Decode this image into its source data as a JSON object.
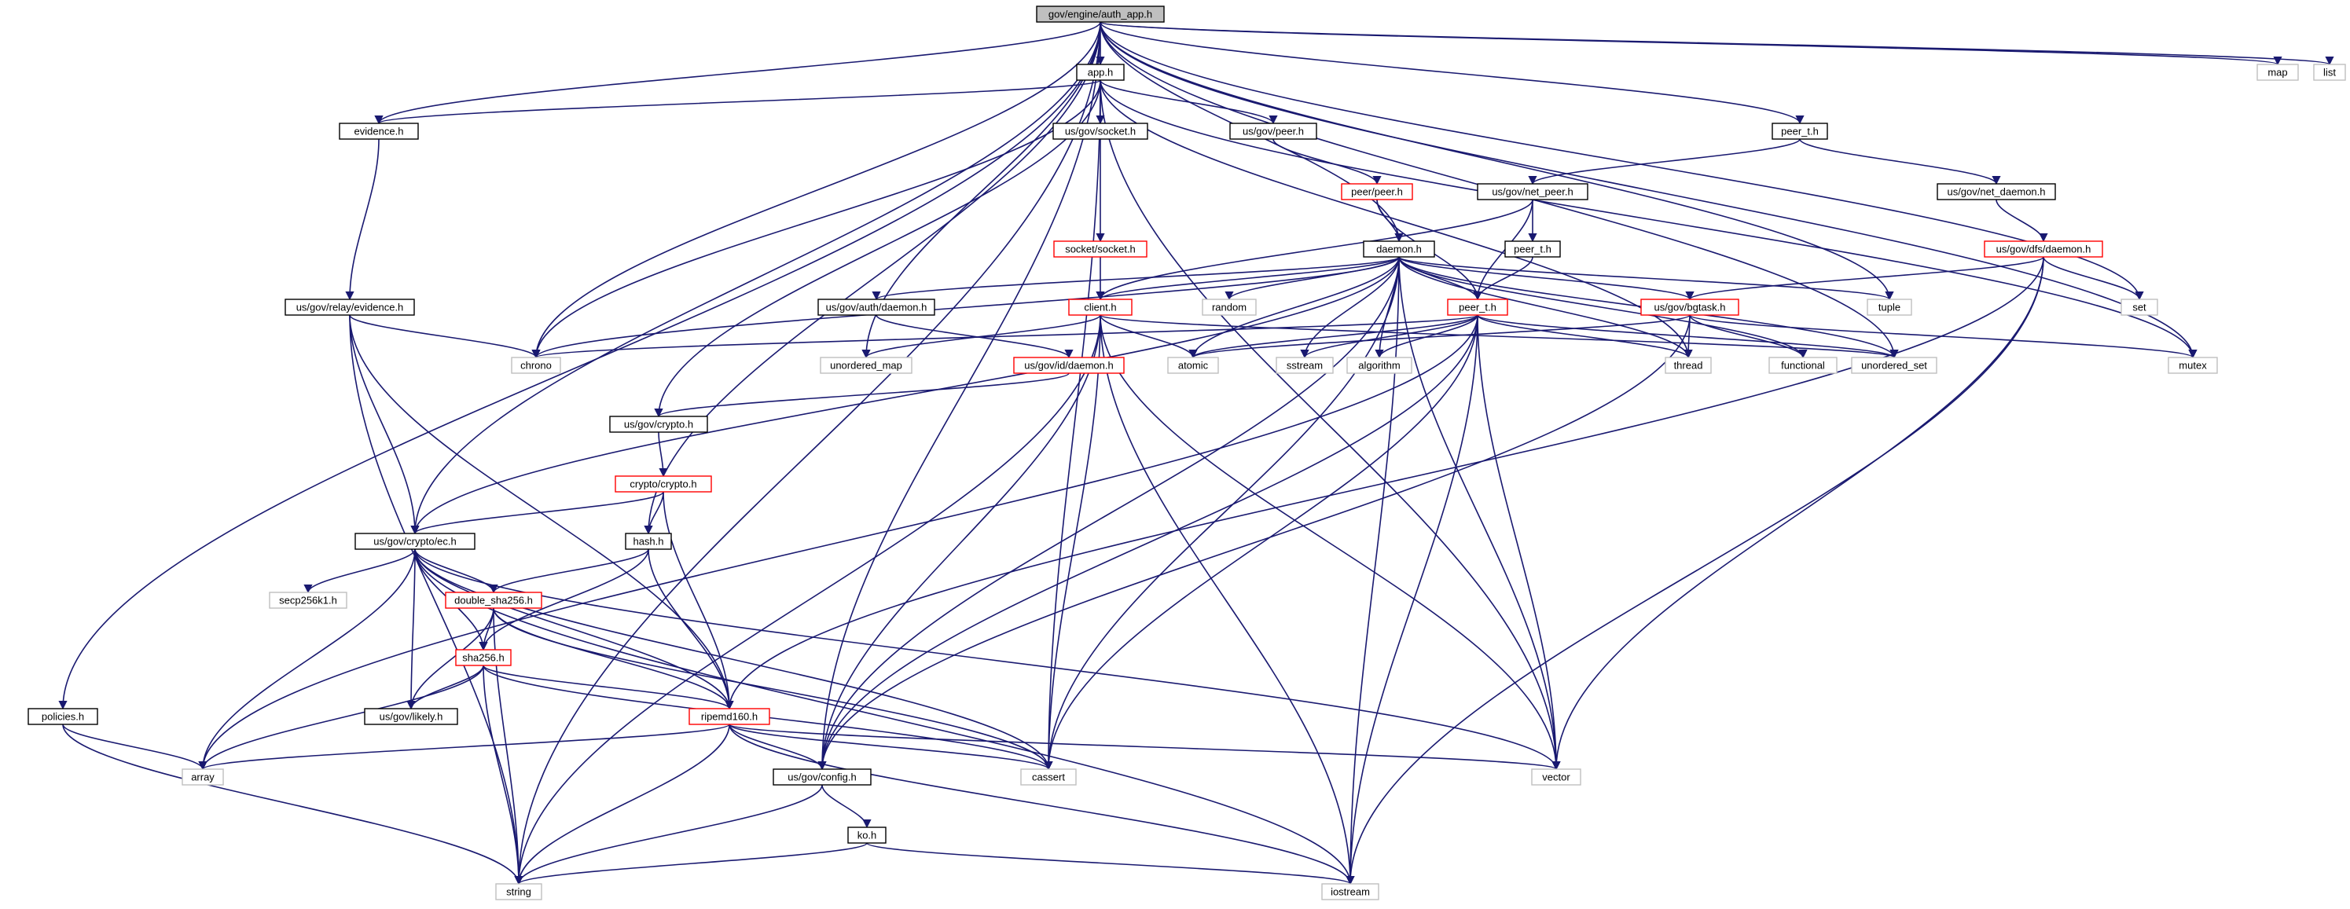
{
  "diagram": {
    "title": "gov/engine/auth_app.h",
    "colors": {
      "edge": "#191970",
      "root_fill": "#bfbfbf",
      "root_stroke": "#000000",
      "normal_stroke": "#000000",
      "highlight_stroke": "#ff0000",
      "external_stroke": "#bfbfbf",
      "node_fill": "#ffffff"
    },
    "nodes": [
      {
        "id": "auth_app",
        "label": "gov/engine/auth_app.h",
        "kind": "root"
      },
      {
        "id": "app",
        "label": "app.h",
        "kind": "normal"
      },
      {
        "id": "map",
        "label": "map",
        "kind": "external"
      },
      {
        "id": "list",
        "label": "list",
        "kind": "external"
      },
      {
        "id": "evidence",
        "label": "evidence.h",
        "kind": "normal"
      },
      {
        "id": "socket",
        "label": "us/gov/socket.h",
        "kind": "normal"
      },
      {
        "id": "peer",
        "label": "us/gov/peer.h",
        "kind": "normal"
      },
      {
        "id": "peer_t_top",
        "label": "peer_t.h",
        "kind": "normal"
      },
      {
        "id": "peerpeer",
        "label": "peer/peer.h",
        "kind": "highlight"
      },
      {
        "id": "net_peer",
        "label": "us/gov/net_peer.h",
        "kind": "normal"
      },
      {
        "id": "net_daemon",
        "label": "us/gov/net_daemon.h",
        "kind": "normal"
      },
      {
        "id": "peer_t_mid",
        "label": "peer_t.h",
        "kind": "normal"
      },
      {
        "id": "socketsocket",
        "label": "socket/socket.h",
        "kind": "highlight"
      },
      {
        "id": "dfs_daemon",
        "label": "us/gov/dfs/daemon.h",
        "kind": "highlight"
      },
      {
        "id": "daemon",
        "label": "daemon.h",
        "kind": "normal"
      },
      {
        "id": "relay_evidence",
        "label": "us/gov/relay/evidence.h",
        "kind": "normal"
      },
      {
        "id": "auth_daemon",
        "label": "us/gov/auth/daemon.h",
        "kind": "normal"
      },
      {
        "id": "client",
        "label": "client.h",
        "kind": "highlight"
      },
      {
        "id": "random",
        "label": "random",
        "kind": "external"
      },
      {
        "id": "peer_t",
        "label": "peer_t.h",
        "kind": "highlight"
      },
      {
        "id": "bgtask",
        "label": "us/gov/bgtask.h",
        "kind": "highlight"
      },
      {
        "id": "tuple",
        "label": "tuple",
        "kind": "external"
      },
      {
        "id": "set",
        "label": "set",
        "kind": "external"
      },
      {
        "id": "chrono",
        "label": "chrono",
        "kind": "external"
      },
      {
        "id": "unordered_map",
        "label": "unordered_map",
        "kind": "external"
      },
      {
        "id": "id_daemon",
        "label": "us/gov/id/daemon.h",
        "kind": "highlight"
      },
      {
        "id": "atomic",
        "label": "atomic",
        "kind": "external"
      },
      {
        "id": "sstream",
        "label": "sstream",
        "kind": "external"
      },
      {
        "id": "algorithm",
        "label": "algorithm",
        "kind": "external"
      },
      {
        "id": "thread",
        "label": "thread",
        "kind": "external"
      },
      {
        "id": "functional",
        "label": "functional",
        "kind": "external"
      },
      {
        "id": "unordered_set",
        "label": "unordered_set",
        "kind": "external"
      },
      {
        "id": "mutex",
        "label": "mutex",
        "kind": "external"
      },
      {
        "id": "crypto",
        "label": "us/gov/crypto.h",
        "kind": "normal"
      },
      {
        "id": "cryptocrypto",
        "label": "crypto/crypto.h",
        "kind": "highlight"
      },
      {
        "id": "ec",
        "label": "us/gov/crypto/ec.h",
        "kind": "normal"
      },
      {
        "id": "hash",
        "label": "hash.h",
        "kind": "normal"
      },
      {
        "id": "secp",
        "label": "secp256k1.h",
        "kind": "external"
      },
      {
        "id": "dsha",
        "label": "double_sha256.h",
        "kind": "highlight"
      },
      {
        "id": "sha",
        "label": "sha256.h",
        "kind": "highlight"
      },
      {
        "id": "policies",
        "label": "policies.h",
        "kind": "normal"
      },
      {
        "id": "likely",
        "label": "us/gov/likely.h",
        "kind": "normal"
      },
      {
        "id": "ripemd",
        "label": "ripemd160.h",
        "kind": "highlight"
      },
      {
        "id": "array",
        "label": "array",
        "kind": "external"
      },
      {
        "id": "config",
        "label": "us/gov/config.h",
        "kind": "normal"
      },
      {
        "id": "cassert",
        "label": "cassert",
        "kind": "external"
      },
      {
        "id": "vector",
        "label": "vector",
        "kind": "external"
      },
      {
        "id": "ko",
        "label": "ko.h",
        "kind": "normal"
      },
      {
        "id": "string",
        "label": "string",
        "kind": "external"
      },
      {
        "id": "iostream",
        "label": "iostream",
        "kind": "external"
      }
    ],
    "edges": [
      [
        "auth_app",
        "app"
      ],
      [
        "auth_app",
        "map"
      ],
      [
        "auth_app",
        "list"
      ],
      [
        "auth_app",
        "evidence"
      ],
      [
        "auth_app",
        "peer_t_top"
      ],
      [
        "auth_app",
        "daemon"
      ],
      [
        "auth_app",
        "chrono"
      ],
      [
        "auth_app",
        "unordered_map"
      ],
      [
        "auth_app",
        "tuple"
      ],
      [
        "auth_app",
        "set"
      ],
      [
        "auth_app",
        "mutex"
      ],
      [
        "auth_app",
        "unordered_set"
      ],
      [
        "auth_app",
        "ec"
      ],
      [
        "auth_app",
        "hash"
      ],
      [
        "auth_app",
        "config"
      ],
      [
        "auth_app",
        "policies"
      ],
      [
        "auth_app",
        "string"
      ],
      [
        "app",
        "evidence"
      ],
      [
        "app",
        "socket"
      ],
      [
        "app",
        "peer"
      ],
      [
        "app",
        "chrono"
      ],
      [
        "app",
        "crypto"
      ],
      [
        "app",
        "thread"
      ],
      [
        "app",
        "vector"
      ],
      [
        "app",
        "mutex"
      ],
      [
        "app",
        "cassert"
      ],
      [
        "evidence",
        "relay_evidence"
      ],
      [
        "socket",
        "socketsocket"
      ],
      [
        "peer",
        "peerpeer"
      ],
      [
        "peerpeer",
        "daemon"
      ],
      [
        "peerpeer",
        "peer_t"
      ],
      [
        "peer_t_top",
        "net_peer"
      ],
      [
        "peer_t_top",
        "net_daemon"
      ],
      [
        "net_peer",
        "peer_t_mid"
      ],
      [
        "net_peer",
        "peer_t"
      ],
      [
        "net_peer",
        "client"
      ],
      [
        "net_daemon",
        "dfs_daemon"
      ],
      [
        "peer_t_mid",
        "peer_t"
      ],
      [
        "socketsocket",
        "client"
      ],
      [
        "dfs_daemon",
        "bgtask"
      ],
      [
        "dfs_daemon",
        "set"
      ],
      [
        "dfs_daemon",
        "vector"
      ],
      [
        "dfs_daemon",
        "iostream"
      ],
      [
        "dfs_daemon",
        "ripemd"
      ],
      [
        "daemon",
        "auth_daemon"
      ],
      [
        "daemon",
        "client"
      ],
      [
        "daemon",
        "random"
      ],
      [
        "daemon",
        "peer_t"
      ],
      [
        "daemon",
        "bgtask"
      ],
      [
        "daemon",
        "tuple"
      ],
      [
        "daemon",
        "chrono"
      ],
      [
        "daemon",
        "atomic"
      ],
      [
        "daemon",
        "sstream"
      ],
      [
        "daemon",
        "algorithm"
      ],
      [
        "daemon",
        "thread"
      ],
      [
        "daemon",
        "functional"
      ],
      [
        "daemon",
        "unordered_set"
      ],
      [
        "daemon",
        "vector"
      ],
      [
        "daemon",
        "iostream"
      ],
      [
        "daemon",
        "cassert"
      ],
      [
        "daemon",
        "config"
      ],
      [
        "daemon",
        "ec"
      ],
      [
        "relay_evidence",
        "chrono"
      ],
      [
        "relay_evidence",
        "ec"
      ],
      [
        "relay_evidence",
        "ripemd"
      ],
      [
        "relay_evidence",
        "string"
      ],
      [
        "auth_daemon",
        "id_daemon"
      ],
      [
        "id_daemon",
        "crypto"
      ],
      [
        "client",
        "unordered_map"
      ],
      [
        "client",
        "atomic"
      ],
      [
        "client",
        "unordered_set"
      ],
      [
        "client",
        "cassert"
      ],
      [
        "client",
        "config"
      ],
      [
        "client",
        "vector"
      ],
      [
        "client",
        "iostream"
      ],
      [
        "client",
        "string"
      ],
      [
        "peer_t",
        "chrono"
      ],
      [
        "peer_t",
        "atomic"
      ],
      [
        "peer_t",
        "sstream"
      ],
      [
        "peer_t",
        "algorithm"
      ],
      [
        "peer_t",
        "thread"
      ],
      [
        "peer_t",
        "unordered_set"
      ],
      [
        "peer_t",
        "vector"
      ],
      [
        "peer_t",
        "cassert"
      ],
      [
        "peer_t",
        "config"
      ],
      [
        "peer_t",
        "iostream"
      ],
      [
        "peer_t",
        "array"
      ],
      [
        "bgtask",
        "thread"
      ],
      [
        "bgtask",
        "functional"
      ],
      [
        "bgtask",
        "atomic"
      ],
      [
        "bgtask",
        "mutex"
      ],
      [
        "bgtask",
        "config"
      ],
      [
        "crypto",
        "cryptocrypto"
      ],
      [
        "cryptocrypto",
        "ec"
      ],
      [
        "cryptocrypto",
        "hash"
      ],
      [
        "cryptocrypto",
        "ripemd"
      ],
      [
        "ec",
        "secp"
      ],
      [
        "ec",
        "dsha"
      ],
      [
        "ec",
        "sha"
      ],
      [
        "ec",
        "ripemd"
      ],
      [
        "ec",
        "likely"
      ],
      [
        "ec",
        "array"
      ],
      [
        "ec",
        "cassert"
      ],
      [
        "ec",
        "vector"
      ],
      [
        "ec",
        "iostream"
      ],
      [
        "hash",
        "dsha"
      ],
      [
        "hash",
        "sha"
      ],
      [
        "hash",
        "ripemd"
      ],
      [
        "dsha",
        "sha"
      ],
      [
        "dsha",
        "ripemd"
      ],
      [
        "dsha",
        "likely"
      ],
      [
        "dsha",
        "cassert"
      ],
      [
        "dsha",
        "string"
      ],
      [
        "sha",
        "ripemd"
      ],
      [
        "sha",
        "likely"
      ],
      [
        "sha",
        "array"
      ],
      [
        "sha",
        "cassert"
      ],
      [
        "sha",
        "string"
      ],
      [
        "ripemd",
        "array"
      ],
      [
        "ripemd",
        "config"
      ],
      [
        "ripemd",
        "cassert"
      ],
      [
        "ripemd",
        "vector"
      ],
      [
        "ripemd",
        "string"
      ],
      [
        "ripemd",
        "iostream"
      ],
      [
        "policies",
        "array"
      ],
      [
        "policies",
        "string"
      ],
      [
        "config",
        "ko"
      ],
      [
        "config",
        "string"
      ],
      [
        "ko",
        "string"
      ],
      [
        "ko",
        "iostream"
      ]
    ]
  }
}
